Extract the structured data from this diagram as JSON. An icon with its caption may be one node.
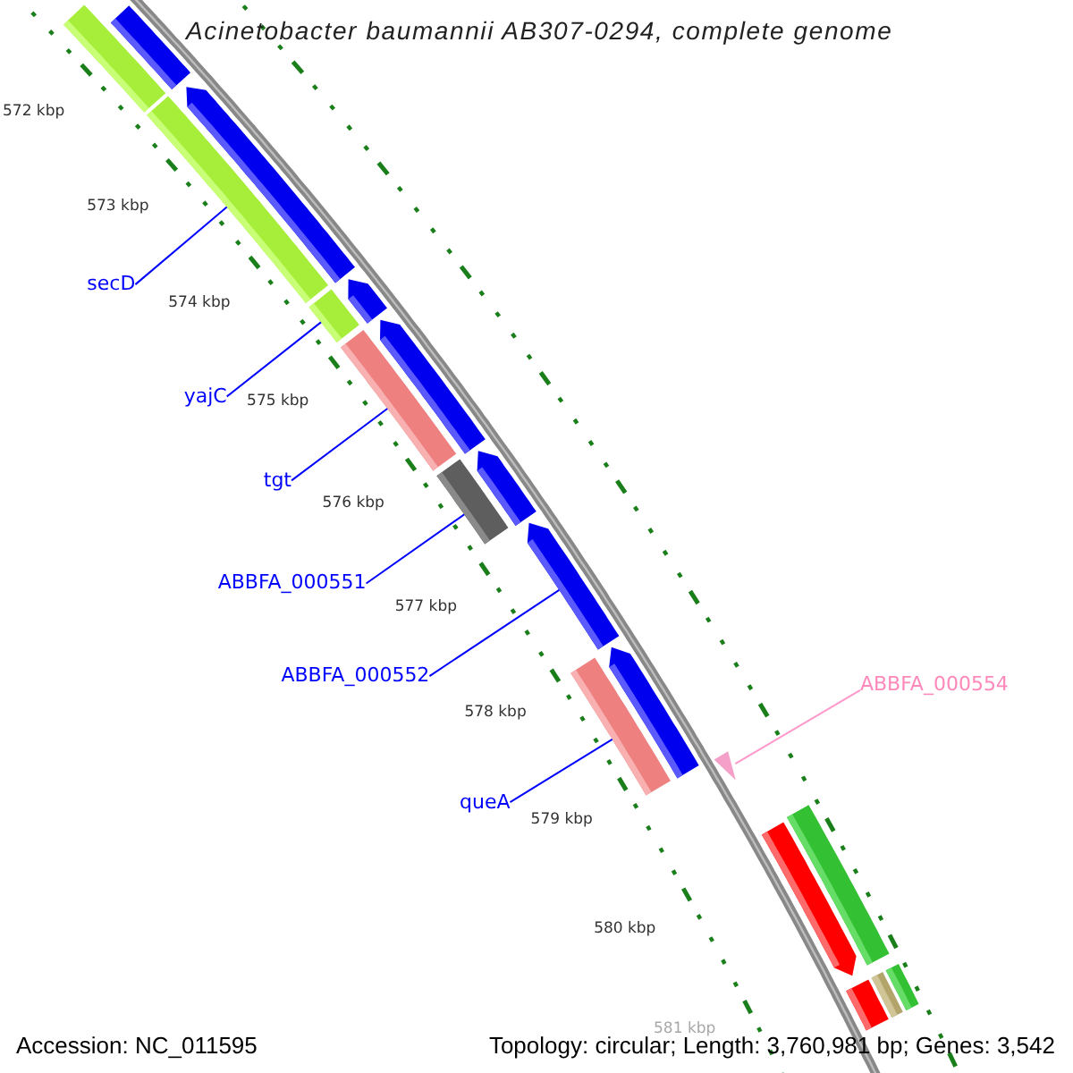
{
  "diagram": {
    "title": "Acinetobacter baumannii AB307-0294, complete genome",
    "nodes": [
      {
        "text": [],
        "shape": "bar"
      },
      {
        "text": [],
        "shape": "bar"
      },
      {
        "text": [],
        "shape": "pentagon"
      },
      {
        "text": [
          "secD"
        ]
      },
      {
        "text": [],
        "shape": "bar"
      },
      {
        "text": [],
        "shape": "pentagon"
      },
      {
        "text": [
          "yajC"
        ]
      },
      {
        "text": [],
        "shape": "bar"
      },
      {
        "text": [],
        "shape": "pentagon"
      },
      {
        "text": [
          "tgt"
        ]
      },
      {
        "text": [],
        "shape": "bar"
      },
      {
        "text": [],
        "shape": "pentagon"
      },
      {
        "text": [
          "ABBFA_000551"
        ]
      },
      {
        "text": [],
        "shape": "bar"
      },
      {
        "text": [
          "ABBFA_000552"
        ]
      },
      {
        "text": [],
        "shape": "pentagon"
      },
      {
        "text": [],
        "shape": "pentagon"
      },
      {
        "text": [
          "queA"
        ]
      },
      {
        "text": [],
        "shape": "bar"
      },
      {
        "text": [
          "ABBFA_000554"
        ]
      },
      {
        "text": [],
        "shape": "triangle"
      },
      {
        "text": [],
        "shape": "pentagon"
      },
      {
        "text": [],
        "shape": "bar"
      },
      {
        "text": [],
        "shape": "bar"
      },
      {
        "text": [],
        "shape": "bar"
      },
      {
        "text": [],
        "shape": "bar"
      }
    ],
    "edges": [
      {
        "from": 3,
        "to": 4,
        "arrow": "none"
      },
      {
        "from": 6,
        "to": 7,
        "arrow": "none"
      },
      {
        "from": 9,
        "to": 10,
        "arrow": "none"
      },
      {
        "from": 12,
        "to": 13,
        "arrow": "none"
      },
      {
        "from": 14,
        "to": 15,
        "arrow": "none"
      },
      {
        "from": 17,
        "to": 18,
        "arrow": "none"
      },
      {
        "from": 19,
        "to": 20,
        "arrow": "none",
        "color": "#ff99cc"
      }
    ],
    "labels": [
      "572 kbp",
      "573 kbp",
      "574 kbp",
      "575 kbp",
      "576 kbp",
      "577 kbp",
      "578 kbp",
      "579 kbp",
      "580 kbp",
      "581 kbp",
      "Accession: NC_011595",
      "Topology: circular; Length: 3,760,981 bp; Genes: 3,542"
    ]
  }
}
